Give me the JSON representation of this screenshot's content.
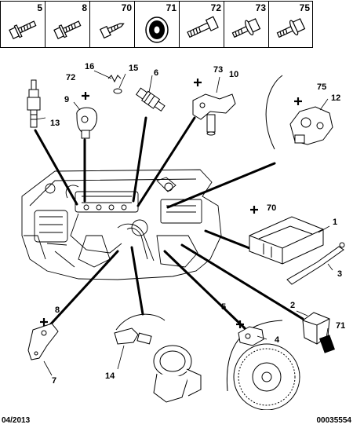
{
  "hardware_strip": [
    {
      "ref": "5",
      "icon": "flange-screw-icon"
    },
    {
      "ref": "8",
      "icon": "flange-screw-icon"
    },
    {
      "ref": "70",
      "icon": "short-screw-icon"
    },
    {
      "ref": "71",
      "icon": "washer-icon"
    },
    {
      "ref": "72",
      "icon": "socket-screw-icon"
    },
    {
      "ref": "73",
      "icon": "washer-screw-icon"
    },
    {
      "ref": "75",
      "icon": "washer-screw-icon"
    }
  ],
  "callouts": {
    "c1": "1",
    "c2": "2",
    "c3": "3",
    "c4": "4",
    "c5a": "5",
    "c6": "6",
    "c7": "7",
    "c8": "8",
    "c9": "9",
    "c10": "10",
    "c12": "12",
    "c13": "13",
    "c14": "14",
    "c15": "15",
    "c16": "16",
    "c70": "70",
    "c71": "71",
    "c72": "72",
    "c73": "73",
    "c75": "75"
  },
  "footer": {
    "date": "04/2013",
    "ref": "00035554"
  }
}
